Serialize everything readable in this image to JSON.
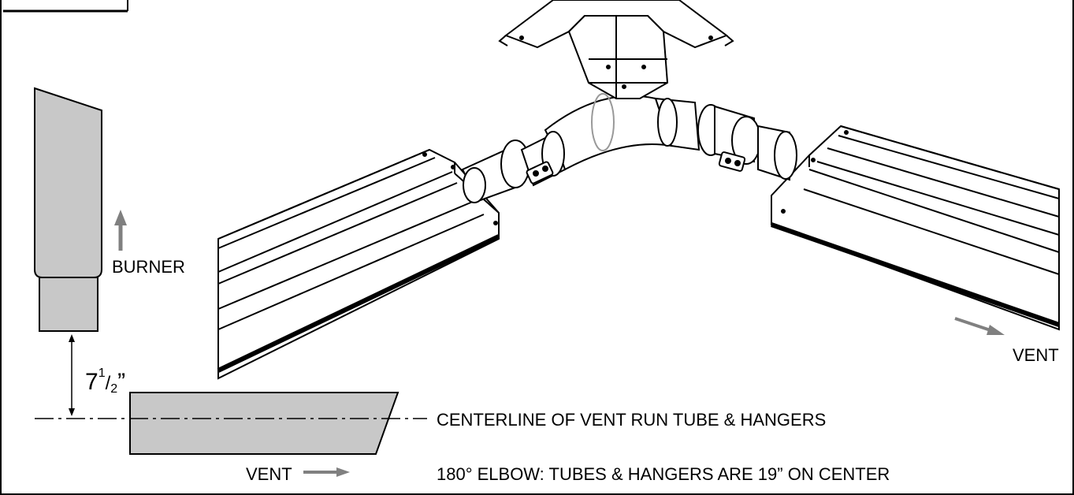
{
  "labels": {
    "burner": "BURNER",
    "vent_right": "VENT",
    "vent_bottom": "VENT",
    "centerline": "CENTERLINE OF VENT RUN TUBE & HANGERS",
    "elbow_note": "180° ELBOW: TUBES & HANGERS ARE 19” ON CENTER"
  },
  "dimension": {
    "whole": "7",
    "numerator": "1",
    "denominator": "2",
    "unit": "”"
  },
  "colors": {
    "tube_fill": "#c8c8c8",
    "arrow_gray": "#808080",
    "line": "#000000"
  }
}
